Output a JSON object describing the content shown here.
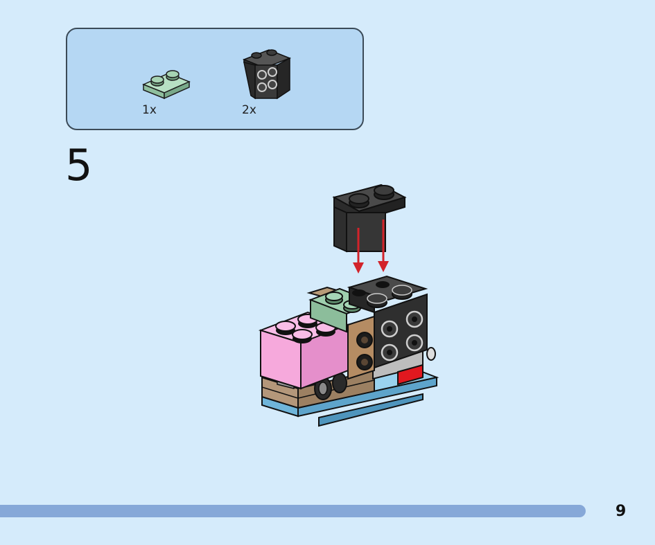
{
  "parts_callout": {
    "parts": [
      {
        "name": "plate-1x2",
        "quantity": "1x",
        "color": "#9fcfae"
      },
      {
        "name": "bracket-1x2-2x2",
        "quantity": "2x",
        "color": "#3a3a3a"
      }
    ]
  },
  "step": {
    "number": "5"
  },
  "page": {
    "number": "9"
  },
  "colors": {
    "background": "#d5ebfb",
    "callout": "#b5d7f3",
    "progress": "#86a8d8",
    "arrow": "#d2232a",
    "pink": "#f6a9dc",
    "sand_green": "#9fcfae",
    "black": "#3a3a3a",
    "tan": "#b89b78",
    "medium_azure": "#83c2e4",
    "red": "#e1181f"
  }
}
